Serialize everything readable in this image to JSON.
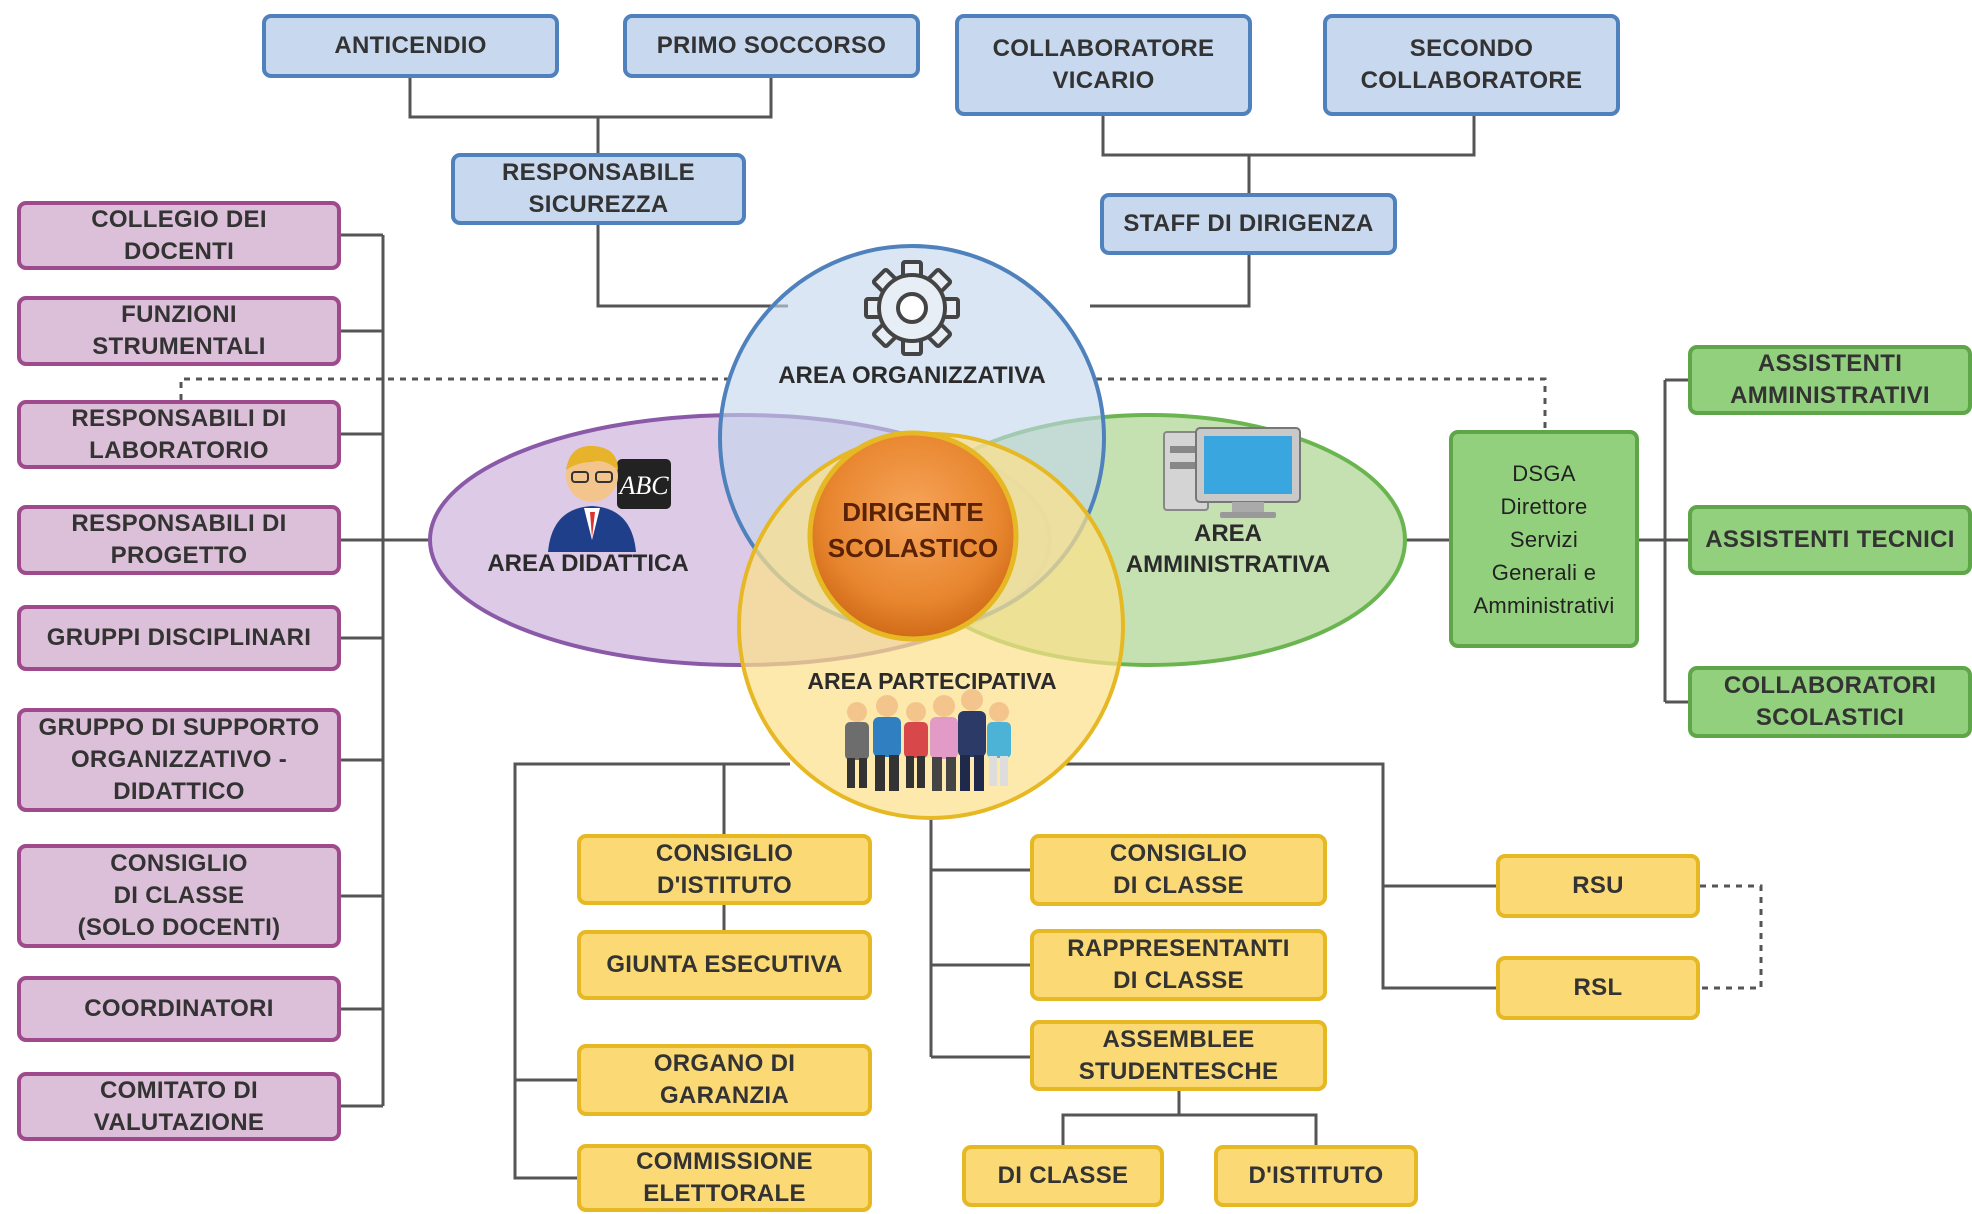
{
  "top": {
    "anticendio": "ANTICENDIO",
    "primo_soccorso": "PRIMO SOCCORSO",
    "collaboratore_vicario": "COLLABORATORE\nVICARIO",
    "secondo_collaboratore": "SECONDO\nCOLLABORATORE",
    "responsabile_sicurezza": "RESPONSABILE\nSICUREZZA",
    "staff_dirigenza": "STAFF DI DIRIGENZA"
  },
  "areas": {
    "organizzativa": "AREA ORGANIZZATIVA",
    "didattica": "AREA DIDATTICA",
    "amministrativa": "AREA\nAMMINISTRATIVA",
    "partecipativa": "AREA PARTECIPATIVA",
    "dirigente": "DIRIGENTE\nSCOLASTICO",
    "abc_text": "ABC"
  },
  "left": [
    "COLLEGIO DEI\nDOCENTI",
    "FUNZIONI\nSTRUMENTALI",
    "RESPONSABILI DI\nLABORATORIO",
    "RESPONSABILI DI\nPROGETTO",
    "GRUPPI DISCIPLINARI",
    "GRUPPO DI SUPPORTO\nORGANIZZATIVO -\nDIDATTICO",
    "CONSIGLIO\nDI CLASSE\n(SOLO DOCENTI)",
    "COORDINATORI",
    "COMITATO DI\nVALUTAZIONE"
  ],
  "right": {
    "dsga": "DSGA\nDirettore\nServizi\nGenerali e\nAmministrativi",
    "assistenti_amministrativi": "ASSISTENTI\nAMMINISTRATIVI",
    "assistenti_tecnici": "ASSISTENTI TECNICI",
    "collaboratori_scolastici": "COLLABORATORI\nSCOLASTICI"
  },
  "bottom": {
    "consiglio_istituto": "CONSIGLIO\nD'ISTITUTO",
    "giunta_esecutiva": "GIUNTA ESECUTIVA",
    "organo_garanzia": "ORGANO DI\nGARANZIA",
    "commissione_elettorale": "COMMISSIONE\nELETTORALE",
    "consiglio_classe": "CONSIGLIO\nDI CLASSE",
    "rappresentanti_classe": "RAPPRESENTANTI\nDI CLASSE",
    "assemblee_studentesche": "ASSEMBLEE\nSTUDENTESCHE",
    "di_classe": "DI CLASSE",
    "di_istituto": "D'ISTITUTO",
    "rsu": "RSU",
    "rsl": "RSL"
  },
  "colors": {
    "blue": "#c8d9ef",
    "purple": "#dcbfd8",
    "green": "#92d07d",
    "yellow": "#fbd974",
    "orange": "#e8862f"
  }
}
